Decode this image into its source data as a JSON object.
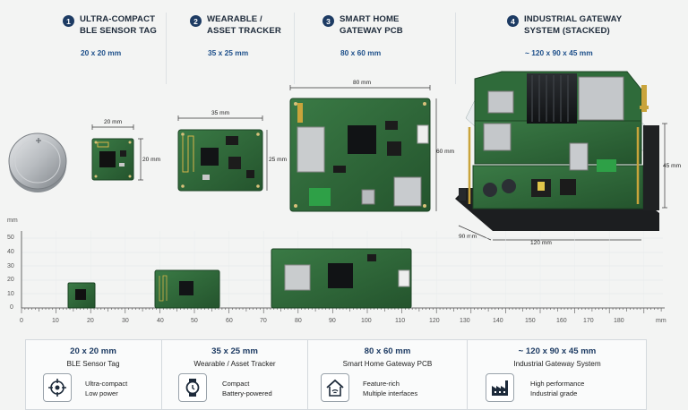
{
  "columns": [
    {
      "num": "1",
      "title_l1": "ULTRA-COMPACT",
      "title_l2": "BLE SENSOR TAG",
      "dims": "20 x 20 mm"
    },
    {
      "num": "2",
      "title_l1": "WEARABLE /",
      "title_l2": "ASSET TRACKER",
      "dims": "35 x 25 mm"
    },
    {
      "num": "3",
      "title_l1": "SMART HOME",
      "title_l2": "GATEWAY PCB",
      "dims": "80 x 60 mm"
    },
    {
      "num": "4",
      "title_l1": "INDUSTRIAL GATEWAY",
      "title_l2": "SYSTEM (STACKED)",
      "dims": "~ 120 x 90 x 45 mm"
    }
  ],
  "measurements": {
    "tag_w": "20 mm",
    "tag_h": "20 mm",
    "tracker_w": "35 mm",
    "tracker_h": "25 mm",
    "gateway_w": "80 mm",
    "gateway_h": "60 mm",
    "ind_h": "45 mm",
    "ind_d": "90 mm",
    "ind_w": "120 mm"
  },
  "ruler": {
    "unit": "mm",
    "y_ticks": [
      "50",
      "40",
      "30",
      "20",
      "10",
      "0"
    ],
    "x_ticks": [
      "0",
      "10",
      "20",
      "30",
      "40",
      "50",
      "60",
      "70",
      "80",
      "90",
      "100",
      "110",
      "120",
      "130",
      "140",
      "150",
      "160",
      "170",
      "180"
    ],
    "x_unit": "mm"
  },
  "summary": [
    {
      "dims": "20 x 20 mm",
      "name": "BLE Sensor Tag",
      "f1": "Ultra-compact",
      "f2": "Low power",
      "icon": "crosshair-icon"
    },
    {
      "dims": "35 x 25 mm",
      "name": "Wearable / Asset Tracker",
      "f1": "Compact",
      "f2": "Battery-powered",
      "icon": "watch-icon"
    },
    {
      "dims": "80 x 60 mm",
      "name": "Smart Home Gateway PCB",
      "f1": "Feature-rich",
      "f2": "Multiple interfaces",
      "icon": "home-wifi-icon"
    },
    {
      "dims": "~ 120 x 90 x 45 mm",
      "name": "Industrial Gateway System",
      "f1": "High performance",
      "f2": "Industrial grade",
      "icon": "factory-icon"
    }
  ],
  "colors": {
    "pcb": "#2f6b3a",
    "pcb_dark": "#1f4f2a",
    "accent": "#1d3b63",
    "chip": "#1a1d20",
    "metal": "#b9bdc0"
  }
}
